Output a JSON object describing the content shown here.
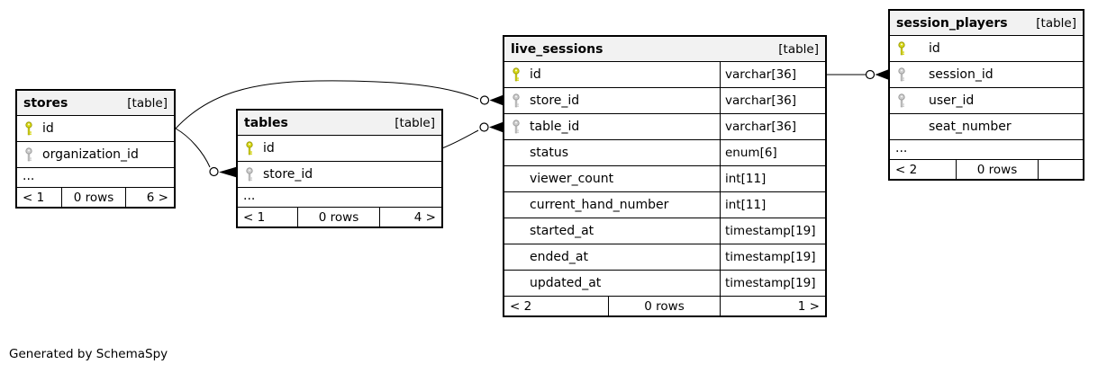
{
  "footer_note": "Generated by SchemaSpy",
  "colors": {
    "header_bg": "#f2f2f2",
    "border": "#000000",
    "primary_key_yellow": "#d8d814",
    "foreign_key_gray": "#cccccc"
  },
  "tables": [
    {
      "name": "stores",
      "type_label": "[table]",
      "columns": [
        {
          "name": "id",
          "key": "primary"
        },
        {
          "name": "organization_id",
          "key": "foreign"
        }
      ],
      "ellipsis": "...",
      "footer": {
        "parents": "< 1",
        "rows": "0 rows",
        "children": "6 >"
      }
    },
    {
      "name": "tables",
      "type_label": "[table]",
      "columns": [
        {
          "name": "id",
          "key": "primary"
        },
        {
          "name": "store_id",
          "key": "foreign"
        }
      ],
      "ellipsis": "...",
      "footer": {
        "parents": "< 1",
        "rows": "0 rows",
        "children": "4 >"
      }
    },
    {
      "name": "live_sessions",
      "type_label": "[table]",
      "columns": [
        {
          "name": "id",
          "key": "primary",
          "type": "varchar[36]"
        },
        {
          "name": "store_id",
          "key": "foreign",
          "type": "varchar[36]"
        },
        {
          "name": "table_id",
          "key": "foreign",
          "type": "varchar[36]"
        },
        {
          "name": "status",
          "key": "none",
          "type": "enum[6]"
        },
        {
          "name": "viewer_count",
          "key": "none",
          "type": "int[11]"
        },
        {
          "name": "current_hand_number",
          "key": "none",
          "type": "int[11]"
        },
        {
          "name": "started_at",
          "key": "none",
          "type": "timestamp[19]"
        },
        {
          "name": "ended_at",
          "key": "none",
          "type": "timestamp[19]"
        },
        {
          "name": "updated_at",
          "key": "none",
          "type": "timestamp[19]"
        }
      ],
      "footer": {
        "parents": "< 2",
        "rows": "0 rows",
        "children": "1 >"
      }
    },
    {
      "name": "session_players",
      "type_label": "[table]",
      "columns": [
        {
          "name": "id",
          "key": "primary"
        },
        {
          "name": "session_id",
          "key": "foreign"
        },
        {
          "name": "user_id",
          "key": "foreign"
        },
        {
          "name": "seat_number",
          "key": "none"
        }
      ],
      "ellipsis": "...",
      "footer": {
        "parents": "< 2",
        "rows": "0 rows",
        "children": ""
      }
    }
  ],
  "relationships": [
    {
      "from": "stores.id",
      "to": "live_sessions.store_id"
    },
    {
      "from": "stores.id",
      "to": "tables.store_id"
    },
    {
      "from": "tables.id",
      "to": "live_sessions.table_id"
    },
    {
      "from": "live_sessions.id",
      "to": "session_players.session_id"
    }
  ]
}
